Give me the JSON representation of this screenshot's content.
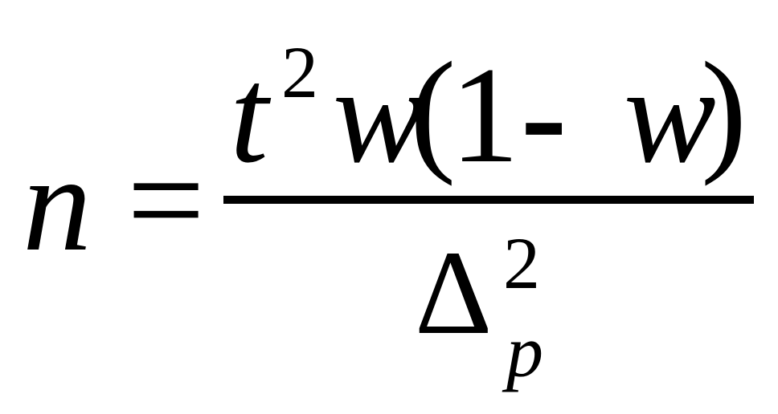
{
  "formula": {
    "lhs": "n",
    "equals": "=",
    "numerator": {
      "t": "t",
      "t_exponent": "2",
      "w": "w",
      "open_paren": "(",
      "one": "1",
      "minus": "-",
      "w_inner": "w",
      "close_paren": ")"
    },
    "denominator": {
      "delta": "Δ",
      "exponent": "2",
      "subscript": "p"
    }
  }
}
